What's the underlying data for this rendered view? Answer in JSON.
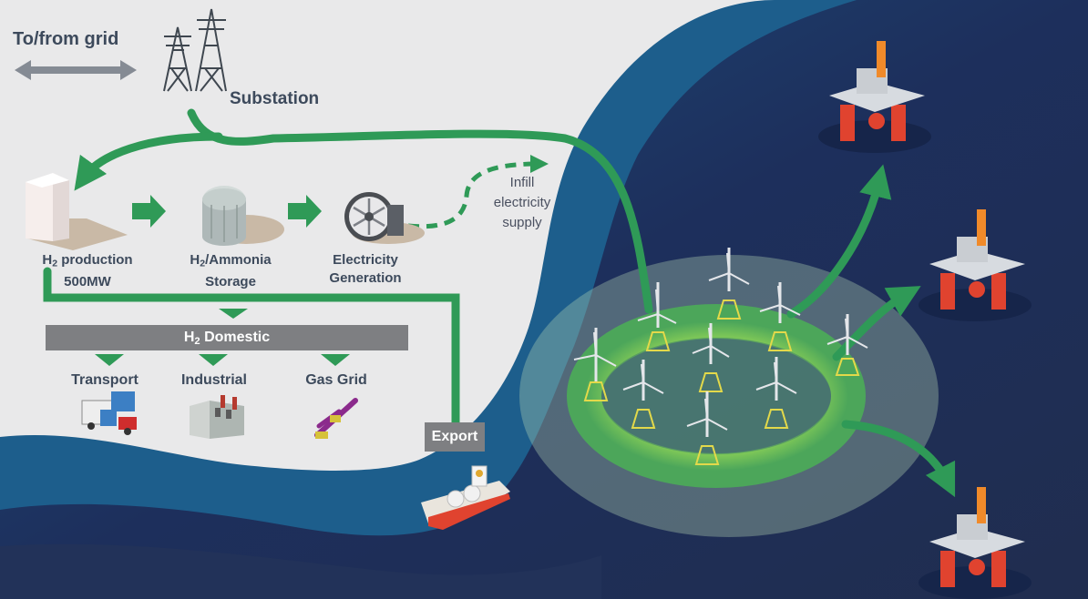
{
  "grid": {
    "label": "To/from grid"
  },
  "substation": {
    "label": "Substation"
  },
  "nodes": {
    "h2_production": {
      "line1_pre": "H",
      "line1_sub": "2",
      "line1_post": " production",
      "line2": "500MW"
    },
    "storage": {
      "line1_pre": "H",
      "line1_sub": "2",
      "line1_post": "/Ammonia",
      "line2": "Storage"
    },
    "generation": {
      "line1": "Electricity",
      "line2": "Generation"
    }
  },
  "infill": {
    "line1": "Infill",
    "line2": "electricity",
    "line3": "supply"
  },
  "domestic": {
    "pre": "H",
    "sub": "2",
    "post": " Domestic",
    "items": [
      {
        "label": "Transport"
      },
      {
        "label": "Industrial"
      },
      {
        "label": "Gas Grid"
      }
    ]
  },
  "export": {
    "label": "Export"
  },
  "colors": {
    "flow_green": "#2f9a57",
    "ocean_light": "#1f5b86",
    "ocean_dark": "#1c2a55",
    "land": "#e9e9ea",
    "label_gray": "#7e7f82",
    "platform_red": "#e0432f"
  }
}
